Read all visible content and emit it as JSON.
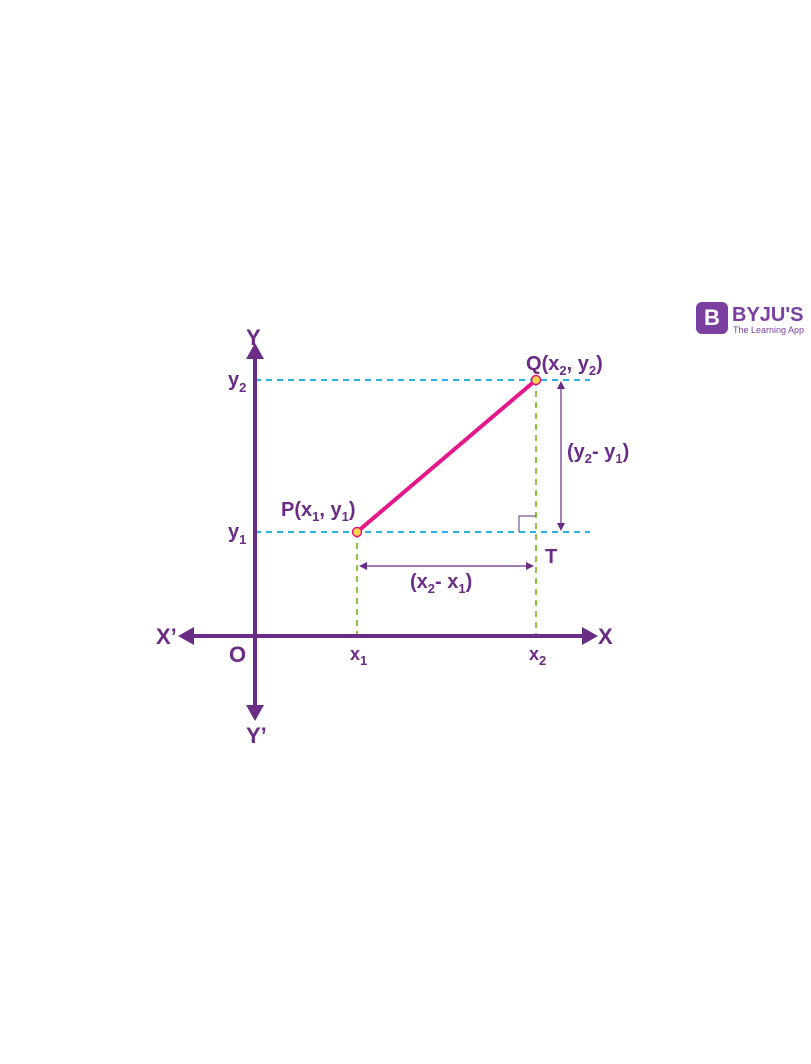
{
  "colors": {
    "axis": "#6a2c86",
    "segment": "#e6178b",
    "horizontal_guides": "#29b3e6",
    "vertical_guides": "#8cc63f",
    "point_fill": "#f7d64a",
    "point_stroke": "#e6178b",
    "brand": "#7b3fa0"
  },
  "logo": {
    "name": "BYJU'S",
    "tagline": "The Learning App",
    "mark": "B"
  },
  "axes": {
    "x_pos": "X",
    "x_neg": "X’",
    "y_pos": "Y",
    "y_neg": "Y’",
    "origin": "O"
  },
  "ticks": {
    "x1": {
      "base": "x",
      "sub": "1"
    },
    "x2": {
      "base": "x",
      "sub": "2"
    },
    "y1": {
      "base": "y",
      "sub": "1"
    },
    "y2": {
      "base": "y",
      "sub": "2"
    }
  },
  "points": {
    "P": {
      "name": "P",
      "x_base": "x",
      "x_sub": "1",
      "y_base": "y",
      "y_sub": "1"
    },
    "Q": {
      "name": "Q",
      "x_base": "x",
      "x_sub": "2",
      "y_base": "y",
      "y_sub": "2"
    },
    "T": {
      "name": "T"
    }
  },
  "distances": {
    "horizontal": {
      "a_base": "x",
      "a_sub": "2",
      "b_base": "x",
      "b_sub": "1"
    },
    "vertical": {
      "a_base": "y",
      "a_sub": "2",
      "b_base": "y",
      "b_sub": "1"
    }
  }
}
